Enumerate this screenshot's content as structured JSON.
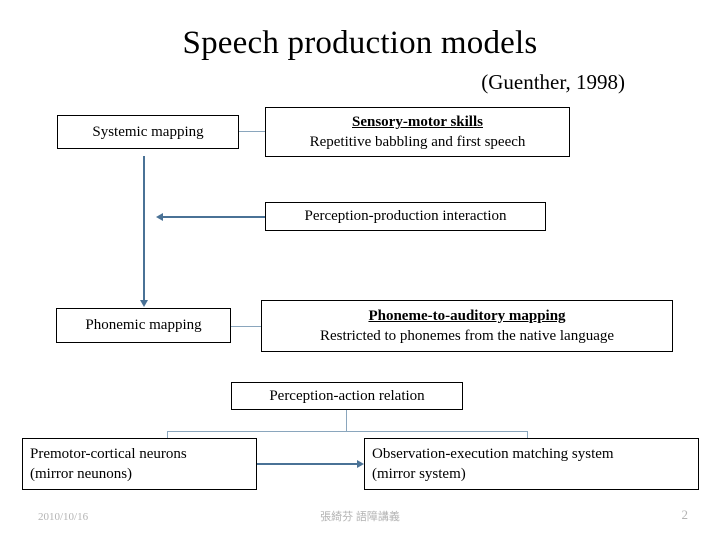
{
  "slide": {
    "title": "Speech production models",
    "subtitle": "(Guenther, 1998)",
    "background_color": "#ffffff",
    "connector_color": "#4a7296",
    "box_border_color": "#000000",
    "footer_color": "#b3b3b3"
  },
  "boxes": {
    "systemic_mapping": {
      "label": "Systemic mapping"
    },
    "sensory_motor": {
      "heading": "Sensory-motor skills",
      "body": "Repetitive babbling and first speech"
    },
    "perception_production": {
      "label": "Perception-production interaction"
    },
    "phonemic_mapping": {
      "label": "Phonemic mapping"
    },
    "phoneme_to_auditory": {
      "heading": "Phoneme-to-auditory mapping",
      "body": "Restricted to phonemes from the native language"
    },
    "perception_action": {
      "label": "Perception-action relation"
    },
    "premotor_cortical": {
      "line1": "Premotor-cortical neurons",
      "line2": " (mirror neunons)"
    },
    "observation_execution": {
      "line1": "Observation-execution matching system",
      "line2": "(mirror system)"
    }
  },
  "footer": {
    "date": "2010/10/16",
    "note": "張綺芬 語障講義",
    "page_number": "2"
  }
}
